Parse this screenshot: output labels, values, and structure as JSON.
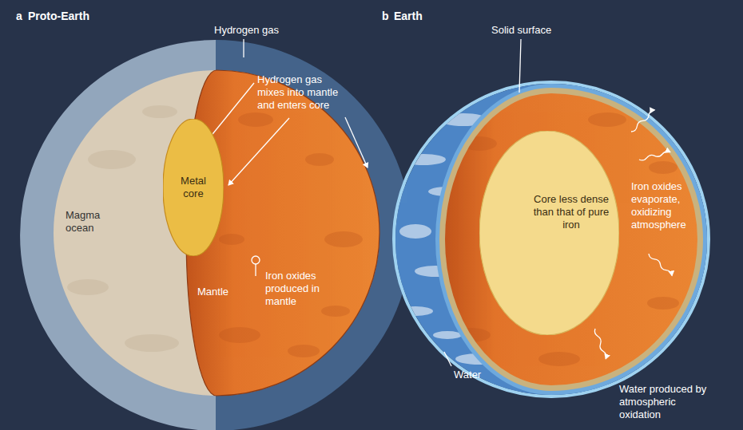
{
  "diagram": {
    "nodes": [
      {
        "text": [
          "Metal core"
        ]
      },
      {
        "text": [
          "Core less dense than that of pure iron"
        ]
      }
    ],
    "labels": [
      "a",
      "Proto-Earth",
      "Hydrogen gas",
      "Hydrogen gas mixes into mantle and enters core",
      "Magma ocean",
      "Mantle",
      "Iron oxides produced in mantle",
      "b",
      "Earth",
      "Solid surface",
      "Iron oxides evaporate, oxidizing atmosphere",
      "Water",
      "Water produced by atmospheric oxidation"
    ]
  }
}
